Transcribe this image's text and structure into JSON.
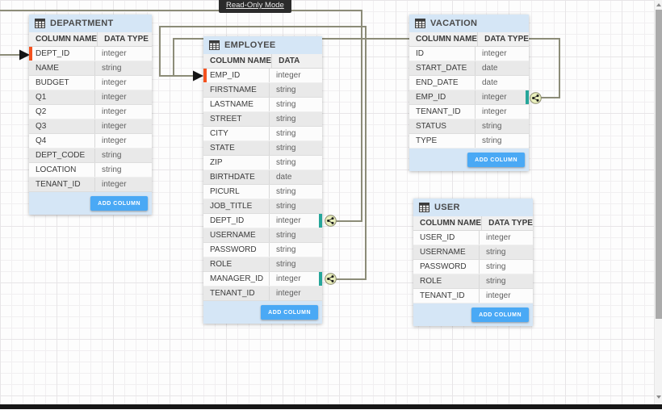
{
  "badge": {
    "label": "Read-Only Mode"
  },
  "diagram": {
    "tables": [
      {
        "title": "DEPARTMENT",
        "headers": {
          "name": "COLUMN NAME",
          "type": "DATA TYPE"
        },
        "add_column_label": "ADD COLUMN",
        "columns": [
          {
            "name": "DEPT_ID",
            "type": "integer",
            "pk": true,
            "anchor": true
          },
          {
            "name": "NAME",
            "type": "string"
          },
          {
            "name": "BUDGET",
            "type": "integer"
          },
          {
            "name": "Q1",
            "type": "integer"
          },
          {
            "name": "Q2",
            "type": "integer"
          },
          {
            "name": "Q3",
            "type": "integer"
          },
          {
            "name": "Q4",
            "type": "integer"
          },
          {
            "name": "DEPT_CODE",
            "type": "string",
            "derived": true
          },
          {
            "name": "LOCATION",
            "type": "string"
          },
          {
            "name": "TENANT_ID",
            "type": "integer"
          }
        ]
      },
      {
        "title": "EMPLOYEE",
        "headers": {
          "name": "COLUMN NAME",
          "type": "DATA TYPE"
        },
        "add_column_label": "ADD COLUMN",
        "columns": [
          {
            "name": "EMP_ID",
            "type": "integer",
            "pk": true,
            "anchor": true
          },
          {
            "name": "FIRSTNAME",
            "type": "string"
          },
          {
            "name": "LASTNAME",
            "type": "string"
          },
          {
            "name": "STREET",
            "type": "string"
          },
          {
            "name": "CITY",
            "type": "string"
          },
          {
            "name": "STATE",
            "type": "string"
          },
          {
            "name": "ZIP",
            "type": "string"
          },
          {
            "name": "BIRTHDATE",
            "type": "date"
          },
          {
            "name": "PICURL",
            "type": "string"
          },
          {
            "name": "JOB_TITLE",
            "type": "string"
          },
          {
            "name": "DEPT_ID",
            "type": "integer",
            "fk": true
          },
          {
            "name": "USERNAME",
            "type": "string"
          },
          {
            "name": "PASSWORD",
            "type": "string"
          },
          {
            "name": "ROLE",
            "type": "string"
          },
          {
            "name": "MANAGER_ID",
            "type": "integer",
            "fk": true
          },
          {
            "name": "TENANT_ID",
            "type": "integer"
          }
        ]
      },
      {
        "title": "VACATION",
        "headers": {
          "name": "COLUMN NAME",
          "type": "DATA TYPE"
        },
        "add_column_label": "ADD COLUMN",
        "columns": [
          {
            "name": "ID",
            "type": "integer",
            "pk": true
          },
          {
            "name": "START_DATE",
            "type": "date"
          },
          {
            "name": "END_DATE",
            "type": "date"
          },
          {
            "name": "EMP_ID",
            "type": "integer",
            "fk": true
          },
          {
            "name": "TENANT_ID",
            "type": "integer"
          },
          {
            "name": "STATUS",
            "type": "string"
          },
          {
            "name": "TYPE",
            "type": "string"
          }
        ]
      },
      {
        "title": "USER",
        "headers": {
          "name": "COLUMN NAME",
          "type": "DATA TYPE"
        },
        "add_column_label": "ADD COLUMN",
        "columns": [
          {
            "name": "USER_ID",
            "type": "integer",
            "pk": true
          },
          {
            "name": "USERNAME",
            "type": "string"
          },
          {
            "name": "PASSWORD",
            "type": "string"
          },
          {
            "name": "ROLE",
            "type": "string"
          },
          {
            "name": "TENANT_ID",
            "type": "integer"
          }
        ]
      }
    ],
    "relations": [
      {
        "from": "EMPLOYEE.DEPT_ID",
        "to": "DEPARTMENT.DEPT_ID"
      },
      {
        "from": "EMPLOYEE.MANAGER_ID",
        "to": "EMPLOYEE.EMP_ID"
      },
      {
        "from": "VACATION.EMP_ID",
        "to": "EMPLOYEE.EMP_ID"
      }
    ]
  },
  "icons": {
    "table": "table-grid-icon",
    "primary_key": "key-icon",
    "derived": "derived-column-icon",
    "fk_connector": "foreign-key-connector-icon",
    "scroll_up": "scroll-up-icon",
    "scroll_down": "scroll-down-icon"
  },
  "colors": {
    "header_bg": "#d5e6f6",
    "add_button": "#4aa9f5",
    "pk_anchor_marker": "#f4511e",
    "fk_marker": "#26a69a",
    "wire": "#8c8c78"
  }
}
